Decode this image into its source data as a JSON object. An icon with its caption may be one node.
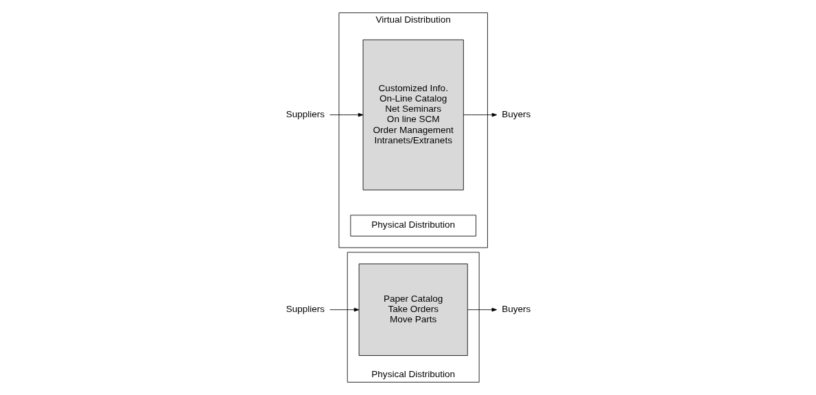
{
  "diagram": {
    "nodes": [
      {
        "text": [
          "Physical Distribution"
        ]
      },
      {
        "text": [
          "Paper Catalog",
          "Take Orders",
          "Move Parts"
        ],
        "in": 0
      },
      {
        "text": [
          "Suppliers"
        ]
      },
      {
        "text": [
          "Buyers"
        ]
      },
      {
        "text": [
          "Virtual Distribution"
        ]
      },
      {
        "text": [
          "Customized Info.",
          "On-Line Catalog",
          "Net Seminars",
          "On line SCM",
          "Order Management",
          "Intranets/Extranets"
        ],
        "in": 4
      },
      {
        "text": [
          "Physical Distribution"
        ],
        "in": 4
      },
      {
        "text": [
          "Suppliers"
        ]
      },
      {
        "text": [
          "Buyers"
        ]
      }
    ],
    "edges": [
      {
        "from": 2,
        "to": 1,
        "arrow": "to"
      },
      {
        "from": 1,
        "to": 3,
        "arrow": "to"
      },
      {
        "from": 7,
        "to": 5,
        "arrow": "to"
      },
      {
        "from": 5,
        "to": 8,
        "arrow": "to"
      }
    ]
  }
}
